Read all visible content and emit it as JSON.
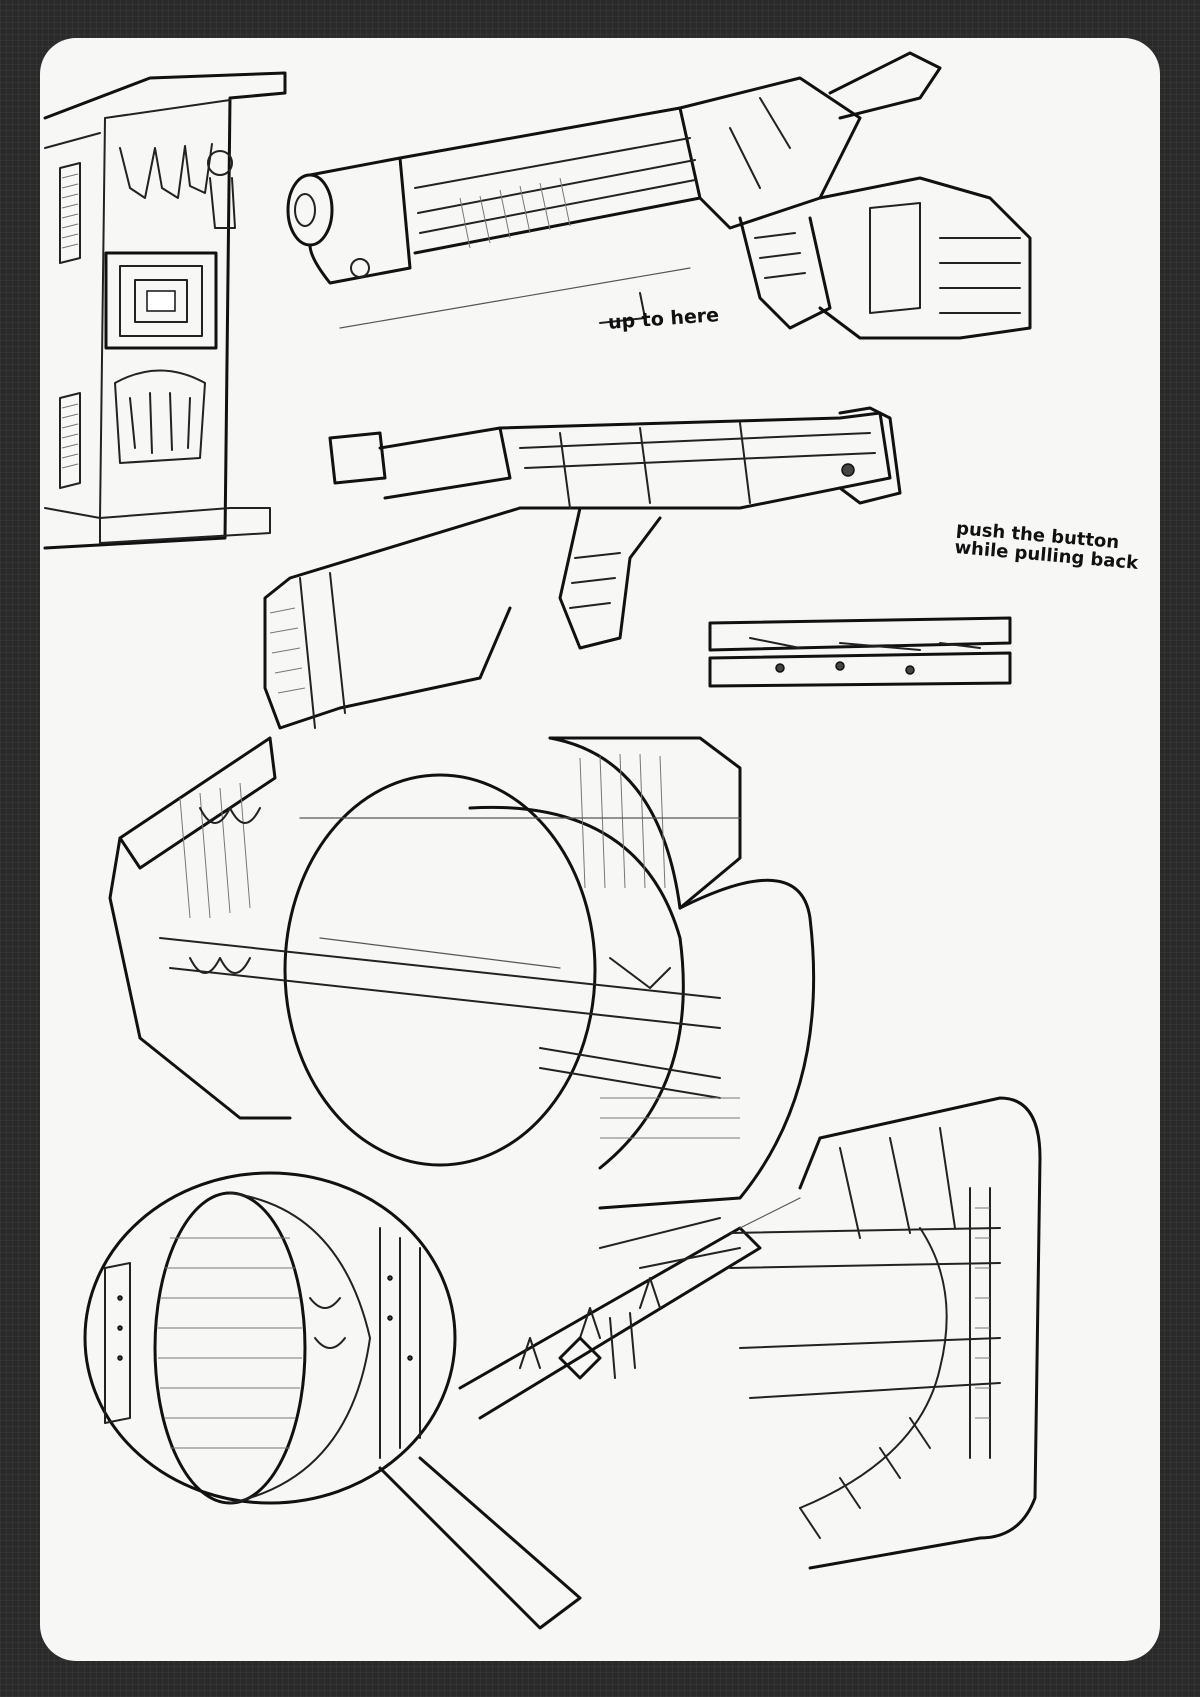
{
  "annotations": {
    "up_to_here": "up to here",
    "push_line1": "push the button",
    "push_line2": "while pulling back"
  }
}
